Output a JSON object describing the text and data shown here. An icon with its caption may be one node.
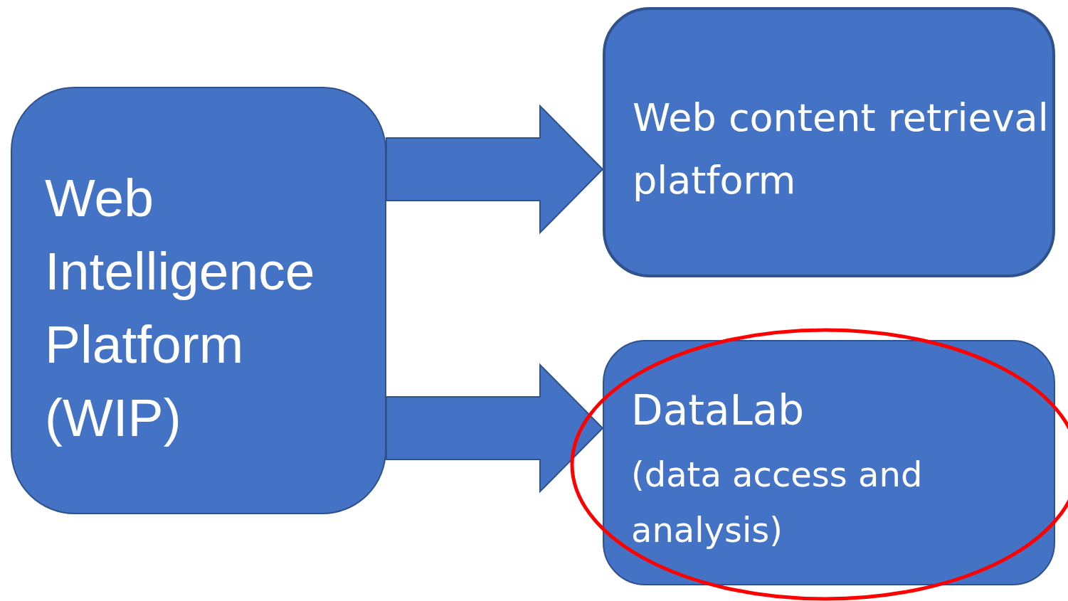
{
  "diagram": {
    "nodes": [
      {
        "text": [
          "Web Intelligence Platform (WIP)"
        ]
      },
      {
        "text": [
          "Web content retrieval platform"
        ]
      },
      {
        "text": [
          "DataLab",
          "(data access and analysis)"
        ]
      }
    ],
    "edges": [
      {
        "from": 0,
        "to": 1,
        "arrow": "to"
      },
      {
        "from": 0,
        "to": 2,
        "arrow": "to"
      }
    ]
  }
}
